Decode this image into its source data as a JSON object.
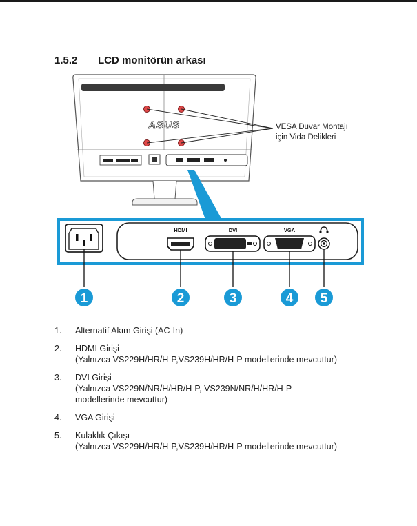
{
  "section": {
    "number": "1.5.2",
    "title": "LCD monitörün arkası"
  },
  "figure": {
    "logo": "ASUS",
    "vesa_callout": [
      "VESA Duvar Montajı",
      "için Vida Delikleri"
    ],
    "port_labels": {
      "hdmi": "HDMI",
      "dvi": "DVI",
      "vga": "VGA"
    },
    "badges": [
      "1",
      "2",
      "3",
      "4",
      "5"
    ],
    "accent_color": "#1a9ad6",
    "hole_color": "#e04848"
  },
  "items": [
    {
      "num": "1.",
      "lines": [
        "Alternatif Akım Girişi (AC-In)"
      ]
    },
    {
      "num": "2.",
      "lines": [
        "HDMI Girişi",
        "(Yalnızca VS229H/HR/H-P,VS239H/HR/H-P modellerinde mevcuttur)"
      ]
    },
    {
      "num": "3.",
      "lines": [
        "DVI Girişi",
        "(Yalnızca VS229N/NR/H/HR/H-P, VS239N/NR/H/HR/H-P",
        "modellerinde mevcuttur)"
      ]
    },
    {
      "num": "4.",
      "lines": [
        "VGA Girişi"
      ]
    },
    {
      "num": "5.",
      "lines": [
        "Kulaklık Çıkışı",
        "(Yalnızca VS229H/HR/H-P,VS239H/HR/H-P  modellerinde mevcuttur)"
      ]
    }
  ]
}
